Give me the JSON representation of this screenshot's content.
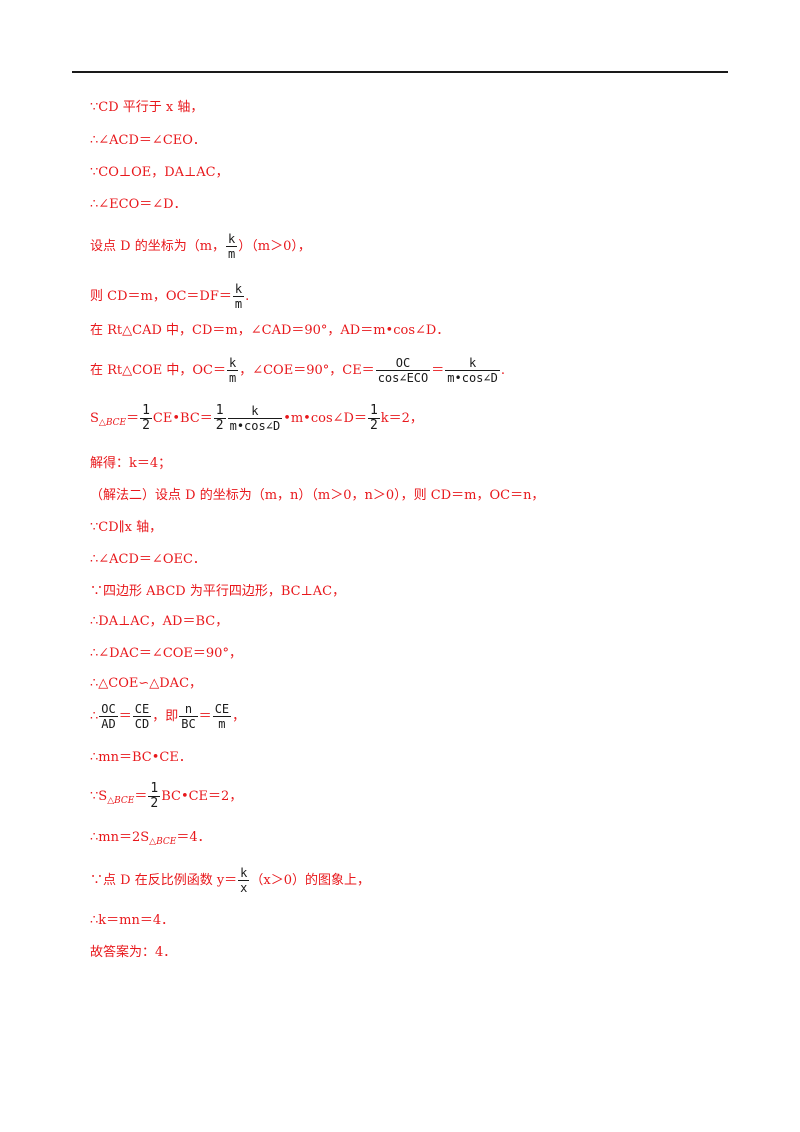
{
  "lines": [
    {
      "text": "∵CD 平行于 x 轴，"
    },
    {
      "text": "∴∠ACD＝∠CEO．"
    },
    {
      "text": "∵CO⊥OE，DA⊥AC，"
    },
    {
      "text": "∴∠ECO＝∠D．"
    },
    {
      "text": "设点 D 的坐标为（m，",
      "frac_num": "k",
      "frac_den": "m",
      "after": "）（m＞0），"
    },
    {
      "text": "则 CD＝m，OC＝DF＝",
      "frac_num": "k",
      "frac_den": "m",
      "after": "."
    },
    {
      "text": "在 Rt△CAD 中，CD＝m，∠CAD＝90°，AD＝m•cos∠D．"
    },
    {
      "text": "在 Rt△COE 中，OC＝",
      "frac_num": "k",
      "frac_den": "m",
      "after": "，∠COE＝90°，CE＝",
      "frac2_num": "OC",
      "frac2_den": "cos∠ECO",
      "mid": "＝",
      "frac3_num": "k",
      "frac3_den": "m•cos∠D",
      "end": "."
    },
    {
      "s_label": "S",
      "s_sub": "△BCE",
      "eq": "＝",
      "f1n": "1",
      "f1d": "2",
      "t1": "CE•BC＝",
      "f2n": "1",
      "f2d": "2",
      "f3n": "k",
      "f3d": "m•cos∠D",
      "t2": "•m•cos∠D＝",
      "f4n": "1",
      "f4d": "2",
      "t3": "k＝2，"
    },
    {
      "text": "解得：k＝4；"
    },
    {
      "text": "（解法二）设点 D 的坐标为（m，n）（m＞0，n＞0），则 CD＝m，OC＝n，"
    },
    {
      "text": "∵CD∥x 轴，"
    },
    {
      "text": "∴∠ACD＝∠OEC．"
    },
    {
      "text": "∵四边形 ABCD 为平行四边形，BC⊥AC，"
    },
    {
      "text": "∴DA⊥AC，AD＝BC，"
    },
    {
      "text": "∴∠DAC＝∠COE＝90°，"
    },
    {
      "text": "∴△COE∽△DAC，"
    },
    {
      "pre": "∴",
      "a_n": "OC",
      "a_d": "AD",
      "eq1": "＝",
      "b_n": "CE",
      "b_d": "CD",
      "mid": "，即",
      "c_n": "n",
      "c_d": "BC",
      "eq2": "＝",
      "d_n": "CE",
      "d_d": "m",
      "end": "，"
    },
    {
      "text": "∴mn＝BC•CE．"
    },
    {
      "pre": "∵S",
      "sub": "△BCE",
      "eq": "＝",
      "fn": "1",
      "fd": "2",
      "post": "BC•CE＝2，"
    },
    {
      "pre": "∴mn＝2S",
      "sub": "△BCE",
      "post": "＝4．"
    },
    {
      "text": "∵点 D 在反比例函数 y＝",
      "frac_num": "k",
      "frac_den": "x",
      "after": "（x＞0）的图象上，"
    },
    {
      "text": "∴k＝mn＝4．"
    },
    {
      "text": "故答案为：4．"
    }
  ]
}
